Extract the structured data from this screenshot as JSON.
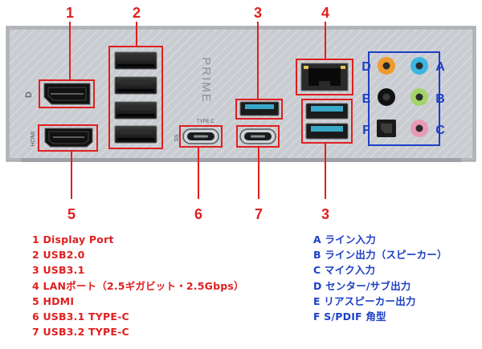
{
  "callout_numbers": [
    "1",
    "2",
    "3",
    "4",
    "3",
    "5",
    "6",
    "7"
  ],
  "panel": {
    "brand": "PRIME",
    "hdmi_label": "HDMI",
    "typec_label": "TYPE C",
    "ss_label": "SS",
    "dp_glyph": "D"
  },
  "audio_letters": [
    "A",
    "B",
    "C",
    "D",
    "E",
    "F"
  ],
  "audio_jack_colors": {
    "A": "#3bb6e0",
    "B": "#a4d36a",
    "C": "#e89ab4",
    "D": "#f09a2e",
    "E": "#111111"
  },
  "colors": {
    "red": "#e01f1f",
    "blue": "#1d3fc4",
    "usb3_blue": "#38a7c8"
  },
  "legend_left": [
    "1 Display Port",
    "2 USB2.0",
    "3 USB3.1",
    "4 LANポート（2.5ギガビット・2.5Gbps）",
    "5 HDMI",
    "6 USB3.1 TYPE-C",
    "7 USB3.2 TYPE-C"
  ],
  "legend_right": [
    "A ライン入力",
    "B ライン出力（スピーカー）",
    "C マイク入力",
    "D センター/サブ出力",
    "E リアスピーカー出力",
    "F S/PDIF 角型"
  ]
}
